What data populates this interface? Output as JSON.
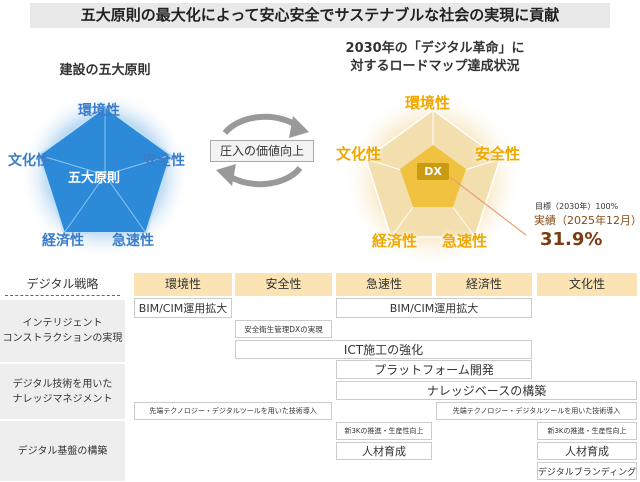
{
  "title": "五大原則の最大化によって安心安全でサステナブルな社会の実現に貢献",
  "left": {
    "heading": "建設の五大原則",
    "center": "五大原則",
    "axes": [
      "環境性",
      "安全性",
      "急速性",
      "経済性",
      "文化性"
    ]
  },
  "middle": {
    "label": "圧入の価値向上"
  },
  "right": {
    "heading_line1": "2030年の「デジタル革命」に",
    "heading_line2": "対するロードマップ達成状況",
    "center": "DX",
    "axes": [
      "環境性",
      "安全性",
      "急速性",
      "経済性",
      "文化性"
    ],
    "target": "目標（2030年）100%",
    "actual_label": "実績（2025年12月）",
    "actual_value": "31.9%",
    "progress_percent": 31.9
  },
  "table": {
    "corner": "デジタル戦略",
    "columns": [
      "環境性",
      "安全性",
      "急速性",
      "経済性",
      "文化性"
    ],
    "rows": [
      "インテリジェント\nコンストラクションの実現",
      "デジタル技術を用いた\nナレッジマネジメント",
      "デジタル基盤の構築"
    ],
    "bars": [
      "BIM/CIM運用拡大",
      "BIM/CIM運用拡大",
      "安全衛生管理DXの実現",
      "ICT施工の強化",
      "プラットフォーム開発",
      "ナレッジベースの構築",
      "先端テクノロジー・デジタルツールを用いた技術導入",
      "先端テクノロジー・デジタルツールを用いた技術導入",
      "新3Kの推進・生産性向上",
      "新3Kの推進・生産性向上",
      "人材育成",
      "人材育成",
      "デジタルブランディング"
    ]
  }
}
